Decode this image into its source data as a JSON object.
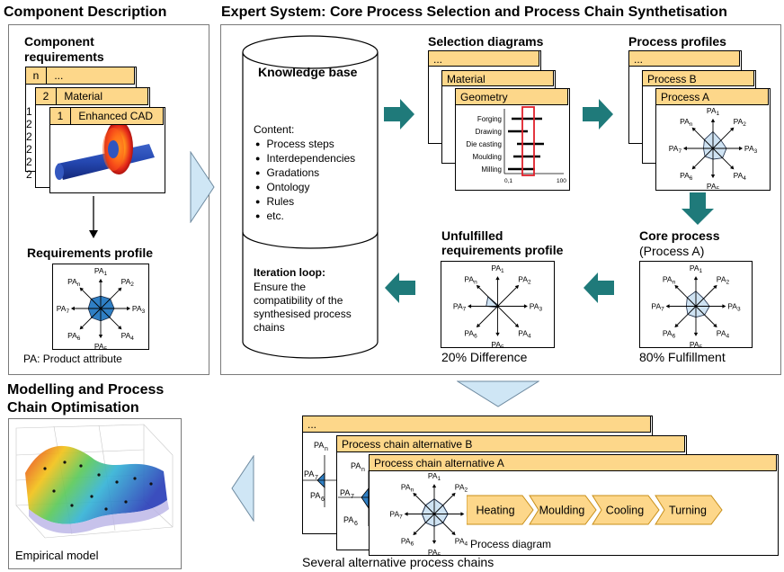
{
  "component_description": {
    "title": "Component Description",
    "requirements_heading": "Component requirements",
    "cards": [
      {
        "num": "n",
        "label": "..."
      },
      {
        "num": "2",
        "label": "Material"
      },
      {
        "num": "1",
        "label": "Enhanced CAD"
      }
    ],
    "stack_numbers": [
      "1",
      "2",
      "2",
      "2",
      "2",
      "2"
    ],
    "profile_heading": "Requirements profile",
    "profile_footnote": "PA: Product attribute"
  },
  "expert_system": {
    "title": "Expert System: Core Process Selection and Process Chain Synthetisation",
    "knowledge_base": {
      "title": "Knowledge base",
      "content_label": "Content:",
      "items": [
        "Process steps",
        "Interdependencies",
        "Gradations",
        "Ontology",
        "Rules",
        "etc."
      ],
      "iteration_title": "Iteration loop:",
      "iteration_text": [
        "Ensure the",
        "compatibility of the",
        "synthesised process",
        "chains"
      ]
    },
    "selection": {
      "heading": "Selection diagrams",
      "cards": [
        "...",
        "Material",
        "Geometry"
      ],
      "rows": [
        "Forging",
        "Drawing",
        "Die casting",
        "Moulding",
        "Milling"
      ],
      "axis_min": "0,1",
      "axis_max": "100"
    },
    "profiles": {
      "heading": "Process profiles",
      "cards": [
        "...",
        "Process B",
        "Process A"
      ]
    },
    "core": {
      "heading": "Core process",
      "sub": "(Process A)",
      "caption": "80% Fulfillment"
    },
    "unfulfilled": {
      "heading": [
        "Unfulfilled",
        "requirements profile"
      ],
      "caption": "20% Difference"
    }
  },
  "radar_labels": {
    "top": [
      "PA",
      "1"
    ],
    "tr": [
      "PA",
      "2"
    ],
    "r": [
      "PA",
      "3"
    ],
    "br": [
      "PA",
      "4"
    ],
    "b": [
      "PA",
      "5"
    ],
    "bl": [
      "PA",
      "6"
    ],
    "l": [
      "PA",
      "7"
    ],
    "tl": [
      "PA",
      "n"
    ]
  },
  "modelling": {
    "title": [
      "Modelling and Process",
      "Chain Optimisation"
    ],
    "caption": "Empirical model"
  },
  "chains": {
    "cards": [
      "...",
      "Process chain alternative B",
      "Process chain alternative A"
    ],
    "steps": [
      "Heating",
      "Moulding",
      "Cooling",
      "Turning"
    ],
    "diagram_label": "Process diagram",
    "caption": "Several alternative process chains"
  },
  "colors": {
    "tab": "#fdd78a",
    "arrow_teal": "#1f7a7a",
    "arrow_light": "#cfe6f5",
    "radar_fill_dark": "#2f7fc4",
    "radar_fill_light": "#cfe3f3"
  }
}
